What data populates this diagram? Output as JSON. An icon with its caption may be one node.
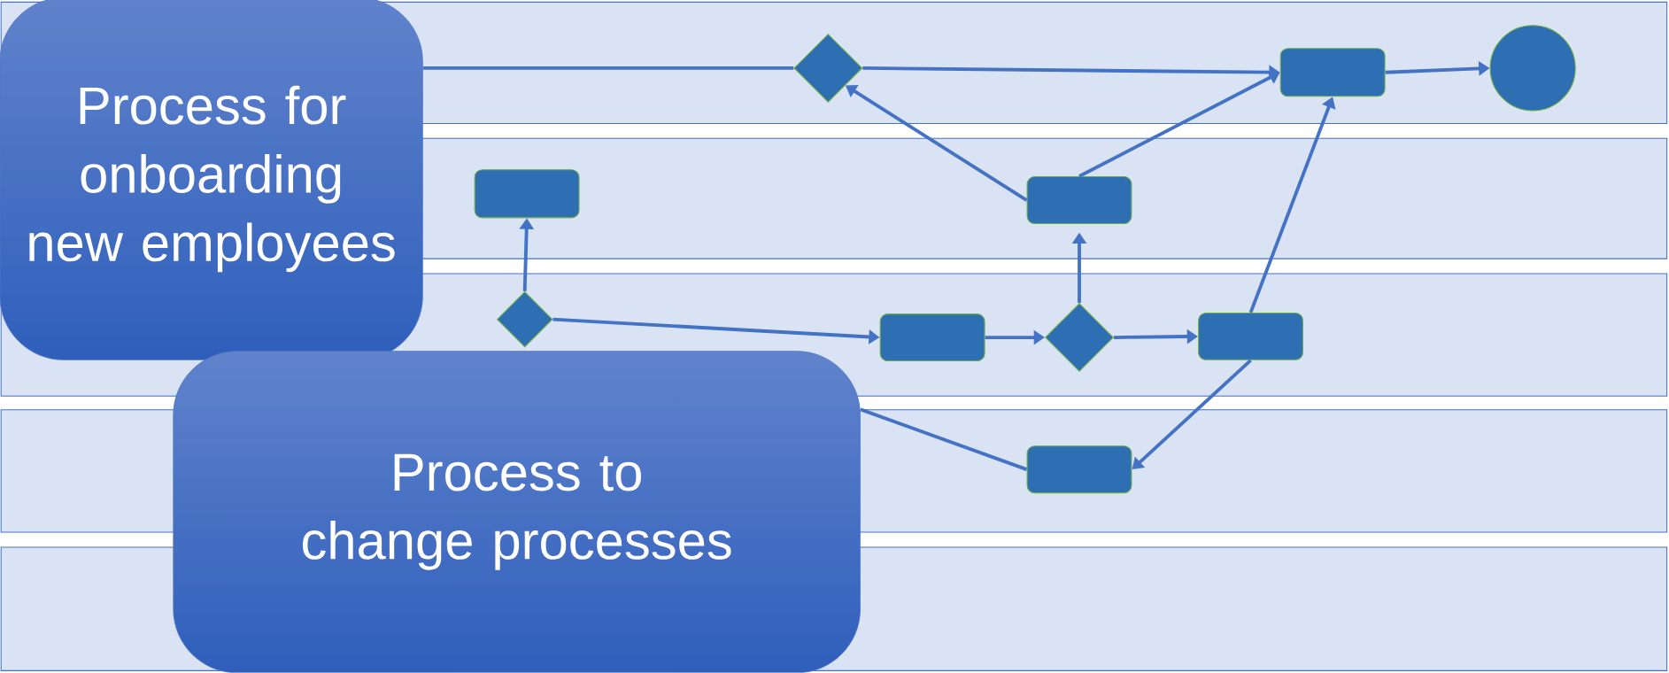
{
  "diagram": {
    "nodes": [
      {
        "text": [
          "Process for onboarding new employees"
        ]
      },
      {
        "text": [
          "Process to change processes"
        ]
      },
      {
        "text": [],
        "shape": "diamond"
      },
      {
        "text": [],
        "shape": "box"
      },
      {
        "text": [],
        "shape": "circle"
      },
      {
        "text": [],
        "shape": "box"
      },
      {
        "text": [],
        "shape": "box"
      },
      {
        "text": [],
        "shape": "diamond"
      },
      {
        "text": [],
        "shape": "box"
      },
      {
        "text": [],
        "shape": "diamond"
      },
      {
        "text": [],
        "shape": "box"
      },
      {
        "text": [],
        "shape": "box"
      }
    ],
    "edges": [
      {
        "from": 0,
        "to": 2,
        "arrow": "none"
      },
      {
        "from": 2,
        "to": 3,
        "arrow": "to"
      },
      {
        "from": 6,
        "to": 2,
        "arrow": "to"
      },
      {
        "from": 6,
        "to": 3,
        "arrow": "to"
      },
      {
        "from": 3,
        "to": 4,
        "arrow": "to"
      },
      {
        "from": 10,
        "to": 3,
        "arrow": "to"
      },
      {
        "from": 9,
        "to": 6,
        "arrow": "to"
      },
      {
        "from": 7,
        "to": 5,
        "arrow": "to"
      },
      {
        "from": 7,
        "to": 8,
        "arrow": "to"
      },
      {
        "from": 8,
        "to": 9,
        "arrow": "to"
      },
      {
        "from": 9,
        "to": 10,
        "arrow": "to"
      },
      {
        "from": 10,
        "to": 11,
        "arrow": "to"
      },
      {
        "from": 11,
        "to": 1,
        "arrow": "none"
      }
    ]
  }
}
